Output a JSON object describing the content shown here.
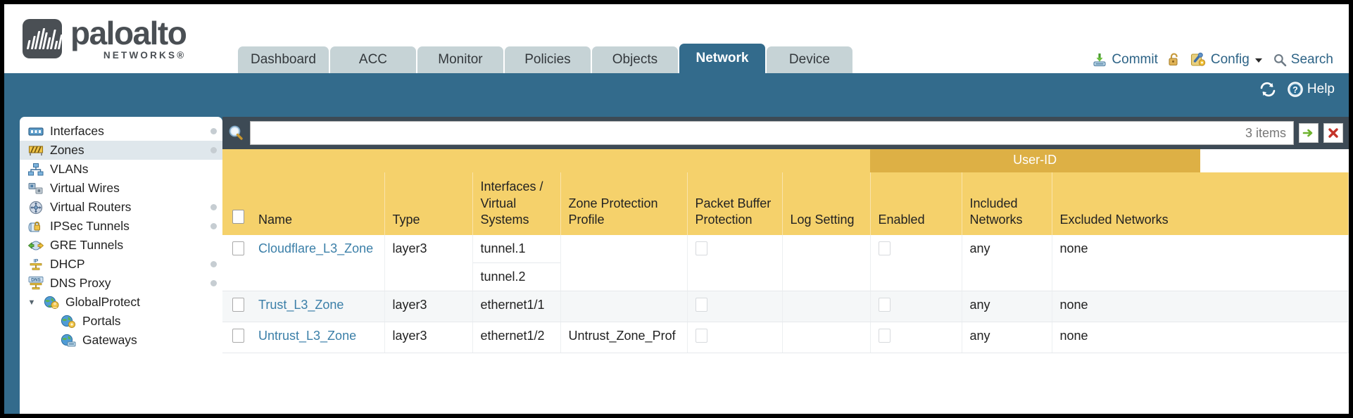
{
  "brand": {
    "name": "paloalto",
    "tagline": "NETWORKS",
    "registered": "®"
  },
  "tabs": [
    {
      "label": "Dashboard",
      "active": false
    },
    {
      "label": "ACC",
      "active": false
    },
    {
      "label": "Monitor",
      "active": false
    },
    {
      "label": "Policies",
      "active": false
    },
    {
      "label": "Objects",
      "active": false
    },
    {
      "label": "Network",
      "active": true
    },
    {
      "label": "Device",
      "active": false
    }
  ],
  "header_actions": {
    "commit": "Commit",
    "lock": "",
    "config": "Config",
    "search": "Search"
  },
  "blueband": {
    "refresh": "",
    "help": "Help"
  },
  "sidebar": {
    "items": [
      {
        "label": "Interfaces",
        "icon": "interfaces-icon",
        "selected": false,
        "child": false,
        "twisty": "",
        "dot": true
      },
      {
        "label": "Zones",
        "icon": "zones-icon",
        "selected": true,
        "child": false,
        "twisty": "",
        "dot": true
      },
      {
        "label": "VLANs",
        "icon": "vlans-icon",
        "selected": false,
        "child": false,
        "twisty": "",
        "dot": false
      },
      {
        "label": "Virtual Wires",
        "icon": "virtual-wires-icon",
        "selected": false,
        "child": false,
        "twisty": "",
        "dot": false
      },
      {
        "label": "Virtual Routers",
        "icon": "virtual-routers-icon",
        "selected": false,
        "child": false,
        "twisty": "",
        "dot": true
      },
      {
        "label": "IPSec Tunnels",
        "icon": "ipsec-tunnels-icon",
        "selected": false,
        "child": false,
        "twisty": "",
        "dot": true
      },
      {
        "label": "GRE Tunnels",
        "icon": "gre-tunnels-icon",
        "selected": false,
        "child": false,
        "twisty": "",
        "dot": false
      },
      {
        "label": "DHCP",
        "icon": "dhcp-icon",
        "selected": false,
        "child": false,
        "twisty": "",
        "dot": true
      },
      {
        "label": "DNS Proxy",
        "icon": "dns-proxy-icon",
        "selected": false,
        "child": false,
        "twisty": "",
        "dot": true
      },
      {
        "label": "GlobalProtect",
        "icon": "globalprotect-icon",
        "selected": false,
        "child": false,
        "twisty": "▼",
        "dot": false
      },
      {
        "label": "Portals",
        "icon": "portals-icon",
        "selected": false,
        "child": true,
        "twisty": "",
        "dot": false
      },
      {
        "label": "Gateways",
        "icon": "gateways-icon",
        "selected": false,
        "child": true,
        "twisty": "",
        "dot": false
      }
    ]
  },
  "toolbar": {
    "search_value": "",
    "search_placeholder": "",
    "items_count": "3 items",
    "apply_filter_icon": "→",
    "clear_filter_icon": "✖"
  },
  "table": {
    "group_header": {
      "label": "User-ID",
      "span": 3
    },
    "columns": [
      "Name",
      "Type",
      "Interfaces / Virtual Systems",
      "Zone Protection Profile",
      "Packet Buffer Protection",
      "Log Setting",
      "Enabled",
      "Included Networks",
      "Excluded Networks"
    ],
    "rows": [
      {
        "selected": false,
        "name": "Cloudflare_L3_Zone",
        "type": "layer3",
        "interfaces": [
          "tunnel.1",
          "tunnel.2"
        ],
        "zone_protection_profile": "",
        "packet_buffer_protection": false,
        "log_setting": "",
        "userid_enabled": false,
        "included_networks": "any",
        "excluded_networks": "none"
      },
      {
        "selected": false,
        "name": "Trust_L3_Zone",
        "type": "layer3",
        "interfaces": [
          "ethernet1/1"
        ],
        "zone_protection_profile": "",
        "packet_buffer_protection": false,
        "log_setting": "",
        "userid_enabled": false,
        "included_networks": "any",
        "excluded_networks": "none"
      },
      {
        "selected": false,
        "name": "Untrust_L3_Zone",
        "type": "layer3",
        "interfaces": [
          "ethernet1/2"
        ],
        "zone_protection_profile": "Untrust_Zone_Prof",
        "packet_buffer_protection": false,
        "log_setting": "",
        "userid_enabled": false,
        "included_networks": "any",
        "excluded_networks": "none"
      }
    ]
  },
  "colors": {
    "brand_blue": "#336b8c",
    "tab_inactive": "#c6d3d6",
    "table_header_yellow": "#f5d16b",
    "group_header_yellow": "#ddb045",
    "link_blue": "#3b7fa8",
    "content_dark": "#3d4a55",
    "logo_gray": "#4a4f54"
  }
}
